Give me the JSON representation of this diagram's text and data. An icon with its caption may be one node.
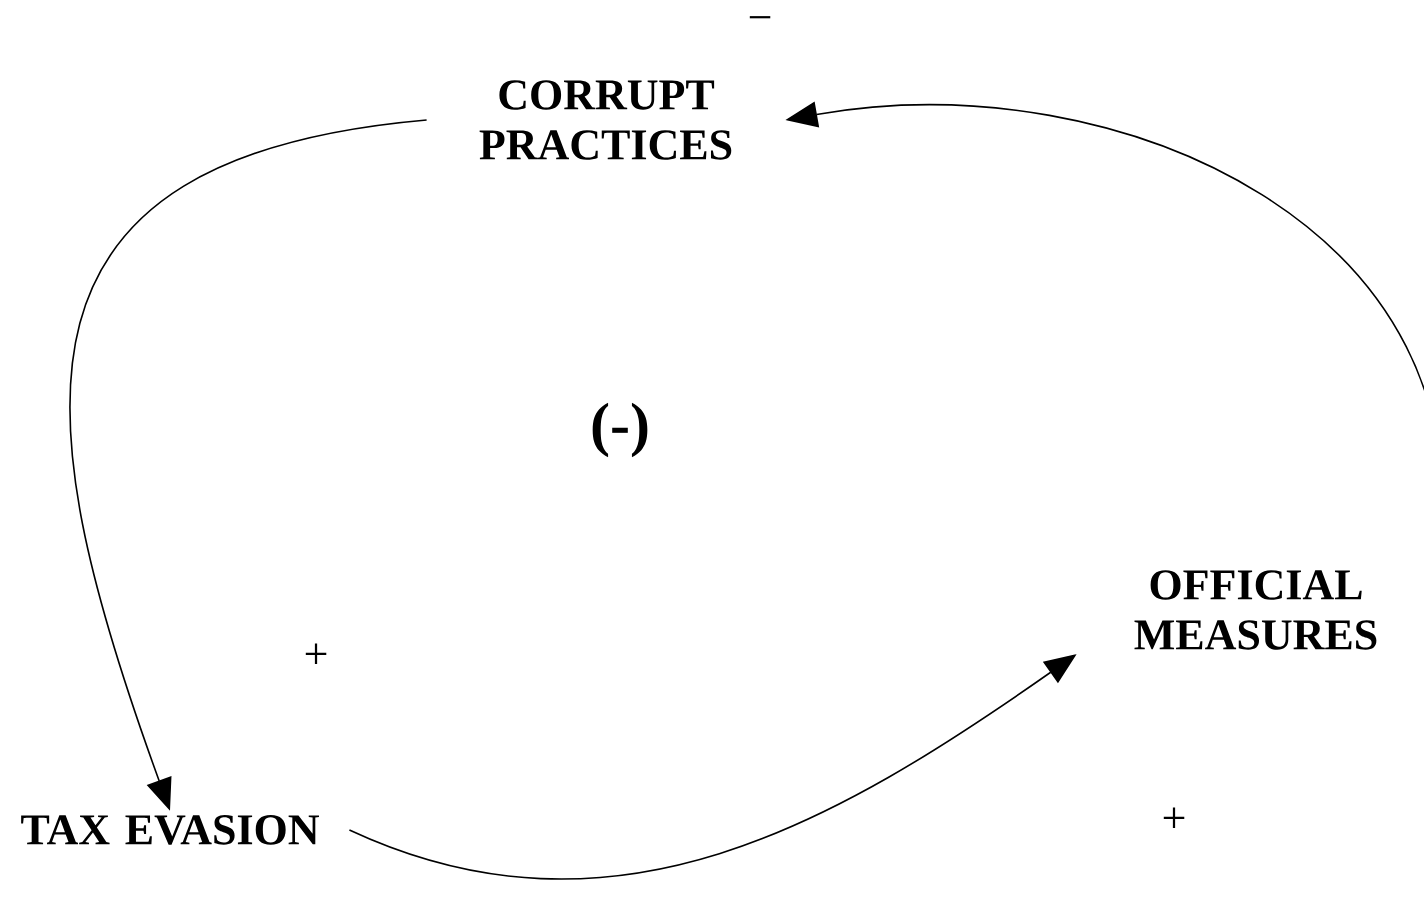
{
  "diagram": {
    "nodes": [
      {
        "text": [
          "CORRUPT PRACTICES"
        ]
      },
      {
        "text": [
          "TAX EVASION"
        ]
      },
      {
        "text": [
          "OFFICIAL MEASURES"
        ]
      }
    ],
    "edges": [
      {
        "from": 0,
        "to": 1,
        "arrow": "to"
      },
      {
        "from": 1,
        "to": 2,
        "arrow": "to"
      },
      {
        "from": 2,
        "to": 0,
        "arrow": "to"
      }
    ],
    "labels": [
      "−",
      "(-)",
      "+",
      "+"
    ]
  }
}
